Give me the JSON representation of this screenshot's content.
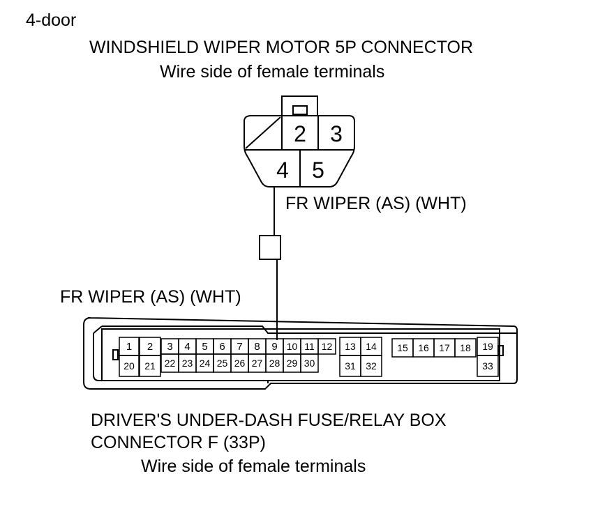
{
  "variant": "4-door",
  "motor_connector": {
    "title": "WINDSHIELD WIPER MOTOR 5P CONNECTOR",
    "subtitle": "Wire side of female terminals",
    "terminals": [
      "2",
      "3",
      "4",
      "5"
    ]
  },
  "wire_label_top": "FR WIPER (AS) (WHT)",
  "wire_label_bottom": "FR WIPER (AS) (WHT)",
  "fuse_box_connector": {
    "title_line1": "DRIVER'S UNDER-DASH FUSE/RELAY BOX",
    "title_line2": "CONNECTOR F (33P)",
    "subtitle": "Wire side of female terminals",
    "terminals": [
      "1",
      "2",
      "3",
      "4",
      "5",
      "6",
      "7",
      "8",
      "9",
      "10",
      "11",
      "12",
      "13",
      "14",
      "15",
      "16",
      "17",
      "18",
      "19",
      "20",
      "21",
      "22",
      "23",
      "24",
      "25",
      "26",
      "27",
      "28",
      "29",
      "30",
      "31",
      "32",
      "33"
    ]
  },
  "colors": {
    "line": "#000000",
    "background": "#ffffff"
  }
}
